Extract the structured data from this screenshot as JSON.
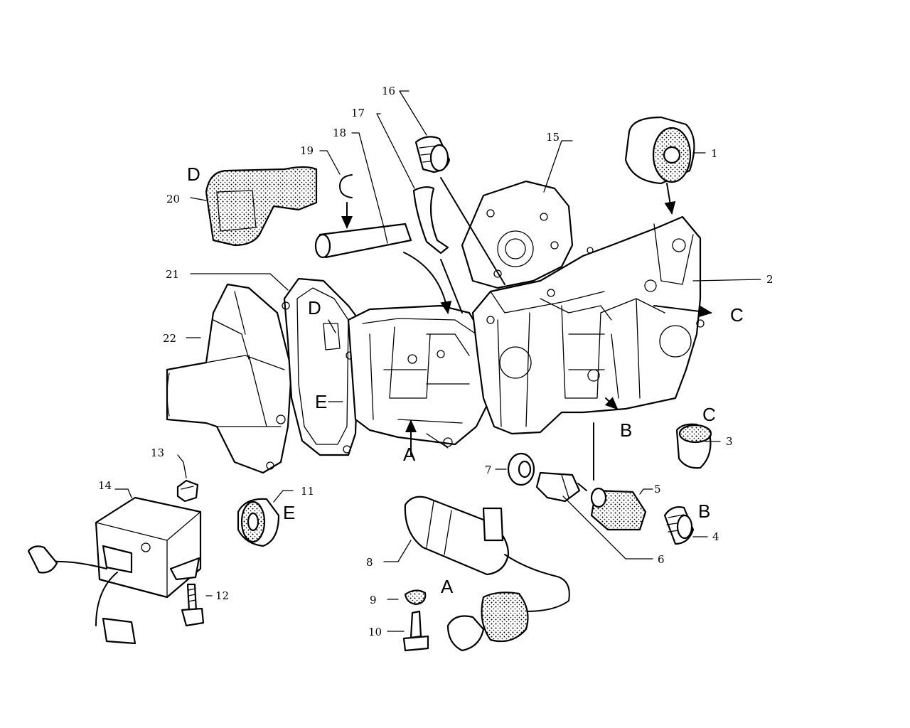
{
  "callouts": {
    "n1": "1",
    "n2": "2",
    "n3": "3",
    "n4": "4",
    "n5": "5",
    "n6": "6",
    "n7": "7",
    "n8": "8",
    "n9": "9",
    "n10": "10",
    "n11": "11",
    "n12": "12",
    "n13": "13",
    "n14": "14",
    "n15": "15",
    "n16": "16",
    "n17": "17",
    "n18": "18",
    "n19": "19",
    "n20": "20",
    "n21": "21",
    "n22": "22"
  },
  "letters": {
    "a_case": "A",
    "a_slave": "A",
    "b_case": "B",
    "b_plug": "B",
    "c_case": "C",
    "c_cap": "C",
    "d_pipe": "D",
    "d_case": "D",
    "e_case": "E",
    "e_bearing": "E"
  },
  "colors": {
    "ink": "#000000",
    "paper": "#ffffff"
  }
}
